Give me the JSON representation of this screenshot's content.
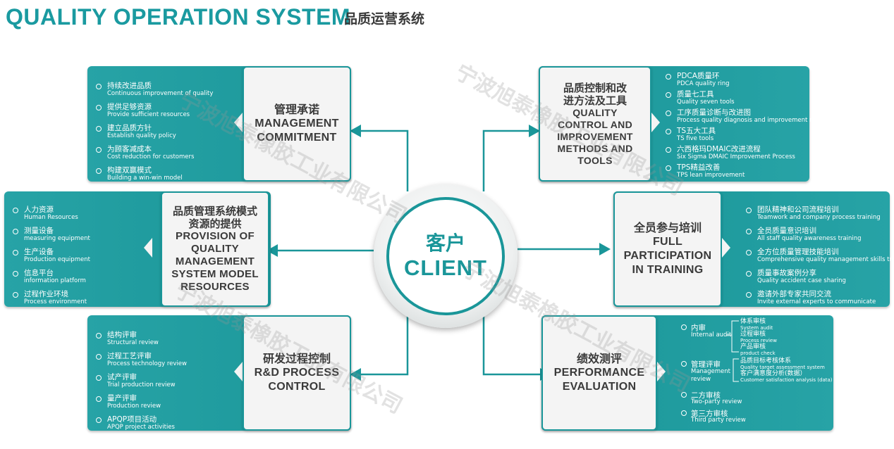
{
  "header": {
    "title": "QUALITY OPERATION SYSTEM",
    "subtitle": "品质运营系统"
  },
  "center": {
    "zh": "客户",
    "en": "CLIENT"
  },
  "watermark": "宁波旭泰橡胶工业有限公司",
  "management": {
    "zh": "管理承诺",
    "en1": "MANAGEMENT",
    "en2": "COMMITMENT",
    "items": [
      {
        "zh": "持续改进品质",
        "en": "Continuous improvement of quality"
      },
      {
        "zh": "提供足够资源",
        "en": "Provide sufficient resources"
      },
      {
        "zh": "建立品质方针",
        "en": "Establish quality policy"
      },
      {
        "zh": "为顾客减成本",
        "en": "Cost reduction for customers"
      },
      {
        "zh": "构建双赢模式",
        "en": "Building a win-win model"
      }
    ]
  },
  "provision": {
    "zh1": "品质管理系统模式",
    "zh2": "资源的提供",
    "en1": "PROVISION OF",
    "en2": "QUALITY",
    "en3": "MANAGEMENT",
    "en4": "SYSTEM MODEL",
    "en5": "RESOURCES",
    "items": [
      {
        "zh": "人力资源",
        "en": "Human Resources"
      },
      {
        "zh": "测量设备",
        "en": "measuring equipment"
      },
      {
        "zh": "生产设备",
        "en": "Production equipment"
      },
      {
        "zh": "信息平台",
        "en": "information platform"
      },
      {
        "zh": "过程作业环境",
        "en": "Process environment"
      }
    ]
  },
  "rd": {
    "zh": "研发过程控制",
    "en1": "R&D PROCESS",
    "en2": "CONTROL",
    "items": [
      {
        "zh": "结构评审",
        "en": "Structural review"
      },
      {
        "zh": "过程工艺评审",
        "en": "Process technology review"
      },
      {
        "zh": "试产评审",
        "en": "Trial production review"
      },
      {
        "zh": "量产评审",
        "en": "Production review"
      },
      {
        "zh": "APQP项目活动",
        "en": "APQP project activities"
      }
    ]
  },
  "qc": {
    "zh1": "品质控制和改",
    "zh2": "进方法及工具",
    "en1": "QUALITY",
    "en2": "CONTROL AND",
    "en3": "IMPROVEMENT",
    "en4": "METHODS AND",
    "en5": "TOOLS",
    "items": [
      {
        "zh": "PDCA质量环",
        "en": "PDCA quality ring"
      },
      {
        "zh": "质量七工具",
        "en": "Quality seven tools"
      },
      {
        "zh": "工序质量诊断与改进图",
        "en": "Process quality diagnosis and improvement map"
      },
      {
        "zh": "TS五大工具",
        "en": "TS five tools"
      },
      {
        "zh": "六西格玛DMAIC改进流程",
        "en": "Six Sigma DMAIC Improvement Process"
      },
      {
        "zh": "TPS精益改善",
        "en": "TPS lean improvement"
      }
    ]
  },
  "training": {
    "zh": "全员参与培训",
    "en1": "FULL",
    "en2": "PARTICIPATION",
    "en3": "IN TRAINING",
    "items": [
      {
        "zh": "团队精神和公司流程培训",
        "en": "Teamwork and company process training"
      },
      {
        "zh": "全员质量意识培训",
        "en": "All staff quality awareness training"
      },
      {
        "zh": "全方位质量管理技能培训",
        "en": "Comprehensive quality management skills training"
      },
      {
        "zh": "质量事故案例分享",
        "en": "Quality accident case sharing"
      },
      {
        "zh": "邀请外部专家共同交流",
        "en": "Invite external experts to communicate"
      }
    ]
  },
  "performance": {
    "zh": "绩效测评",
    "en1": "PERFORMANCE",
    "en2": "EVALUATION",
    "internal": {
      "zh": "内审",
      "en": "Internal audit",
      "subs": [
        {
          "zh": "体系审核",
          "en": "System audit"
        },
        {
          "zh": "过程审核",
          "en": "Process review"
        },
        {
          "zh": "产品审核",
          "en": "product check"
        }
      ]
    },
    "mgmt": {
      "zh": "管理评审",
      "en1": "Management",
      "en2": "review",
      "subs": [
        {
          "zh": "品质目标考核体系",
          "en": "Quality target assessment system"
        },
        {
          "zh": "客户满意度分析(数据）",
          "en": "Customer satisfaction analysis (data)"
        }
      ]
    },
    "two": {
      "zh": "二方审核",
      "en": "Two-party review"
    },
    "third": {
      "zh": "第三方审核",
      "en": "Third party review"
    }
  },
  "colors": {
    "teal": "#1a9699",
    "title": "#1a9aa0",
    "text": "#3a3a3a"
  }
}
